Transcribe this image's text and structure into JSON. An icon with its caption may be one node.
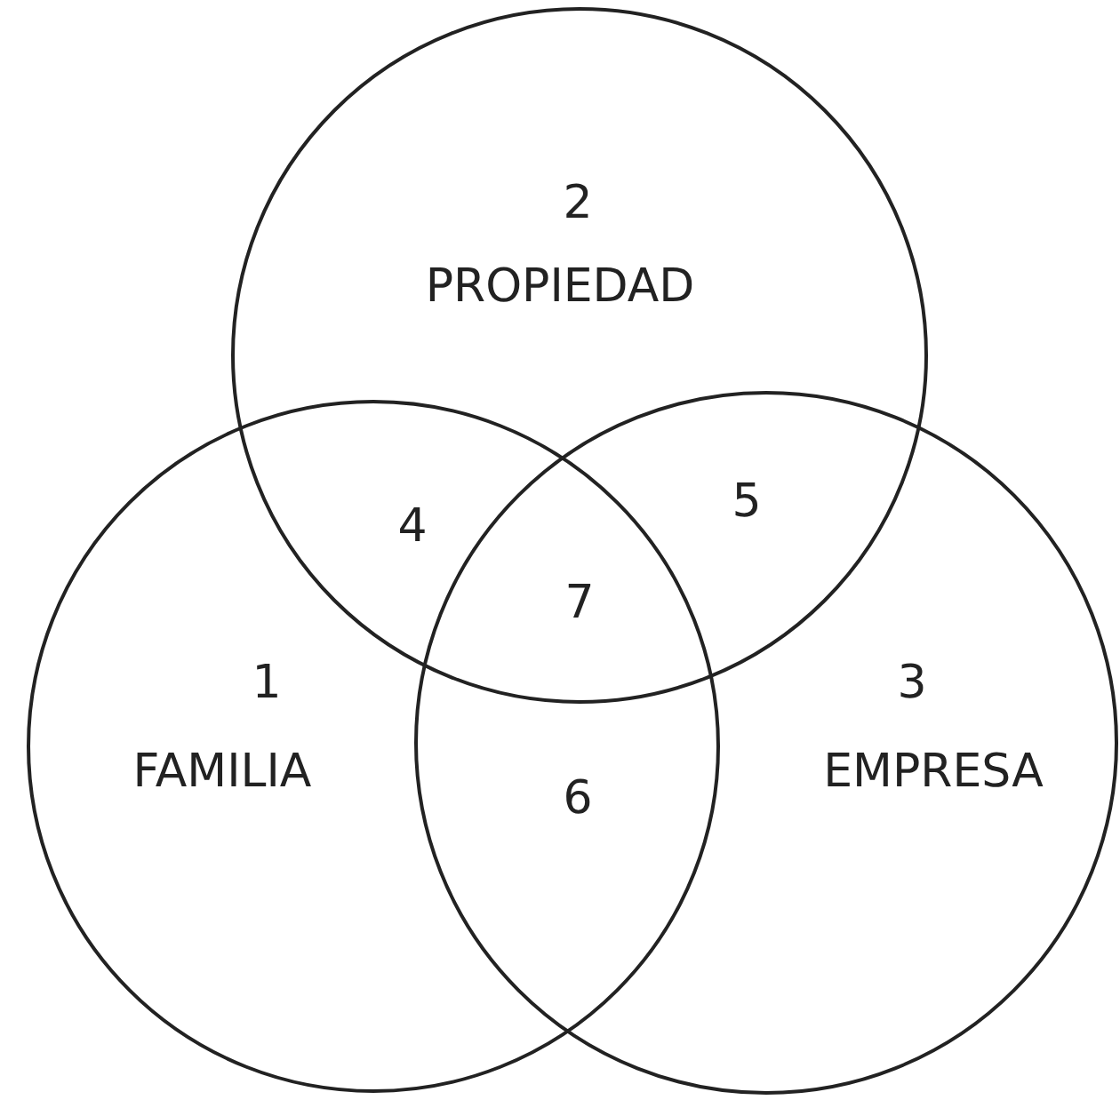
{
  "diagram": {
    "nodes": [
      {
        "text": [
          "2",
          "PROPIEDAD"
        ]
      },
      {
        "text": [
          "1",
          "FAMILIA"
        ]
      },
      {
        "text": [
          "3",
          "EMPRESA"
        ]
      }
    ],
    "labels": [
      "4",
      "5",
      "7",
      "6"
    ]
  }
}
